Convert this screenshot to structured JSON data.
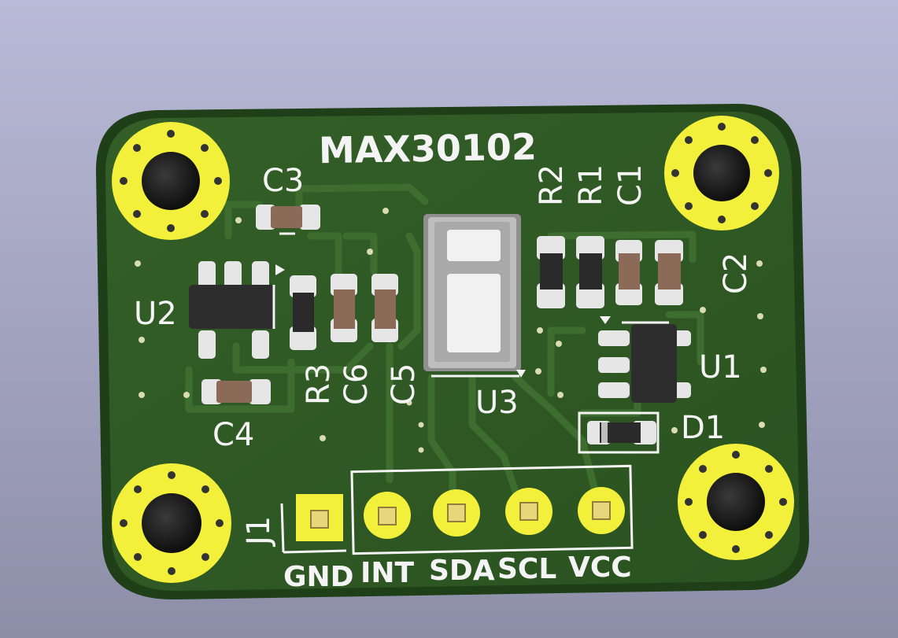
{
  "board": {
    "title": "MAX30102",
    "colors": {
      "background_top": "#b9bad7",
      "background_bottom": "#8d8ea8",
      "soldermask": "#2e5a24",
      "soldermask_edge": "#1f3f18",
      "trace": "#3d6e2f",
      "silkscreen": "#f4f4f4",
      "pad_gold": "#f2f03a",
      "pad_copper": "#e8d77a",
      "ic_body": "#2d2d2d",
      "resistor_body": "#2a2a2a",
      "capacitor_body": "#8b6a58",
      "sensor_body": "#bdbdbd"
    },
    "components": {
      "c3": "C3",
      "u2": "U2",
      "r3": "R3",
      "c6": "C6",
      "c5": "C5",
      "c4": "C4",
      "u3": "U3",
      "r2": "R2",
      "r1": "R1",
      "c1": "C1",
      "c2": "C2",
      "u1": "U1",
      "d1": "D1",
      "j1": "J1"
    },
    "pins": {
      "gnd": "GND",
      "int": "INT",
      "sda": "SDA",
      "scl": "SCL",
      "vcc": "VCC"
    }
  }
}
